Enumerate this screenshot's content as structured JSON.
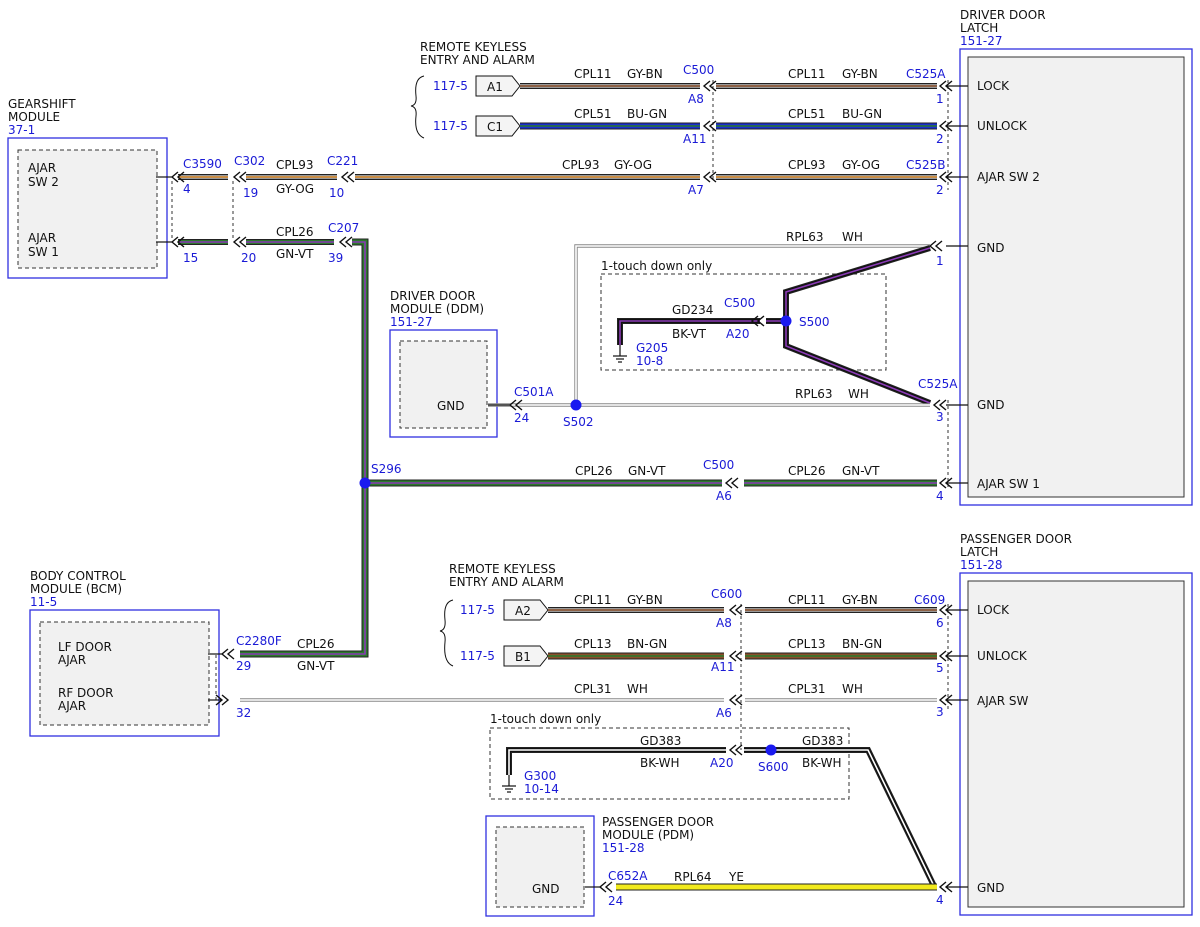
{
  "colors": {
    "module_border": "#3030e0",
    "ref_text": "#1a1ad6",
    "GY-BN": [
      "#9a9a9a",
      "#8a4f2a"
    ],
    "BU-GN": [
      "#1a2fd0",
      "#2a7a2a"
    ],
    "GY-OG": [
      "#9a9a9a",
      "#d98a2a"
    ],
    "GN-VT": [
      "#2d7a2d",
      "#8a3ab5"
    ],
    "WH": "#ffffff",
    "BK-VT": [
      "#111111",
      "#8a3ab5"
    ],
    "BK-WH": [
      "#111111",
      "#ffffff"
    ],
    "BN-GN": [
      "#8a4f2a",
      "#2a7a2a"
    ],
    "YE": "#f2ea1c"
  },
  "modules": {
    "gearshift": {
      "title1": "GEARSHIFT",
      "title2": "MODULE",
      "ref": "37-1",
      "pin1a": "AJAR",
      "pin1b": "SW 2",
      "pin2a": "AJAR",
      "pin2b": "SW 1"
    },
    "driver_latch": {
      "title1": "DRIVER DOOR",
      "title2": "LATCH",
      "ref": "151-27",
      "pins": [
        "LOCK",
        "UNLOCK",
        "AJAR SW 2",
        "GND",
        "GND",
        "AJAR SW 1"
      ]
    },
    "ddm": {
      "title1": "DRIVER DOOR",
      "title2": "MODULE (DDM)",
      "ref": "151-27",
      "pin": "GND"
    },
    "bcm": {
      "title1": "BODY CONTROL",
      "title2": "MODULE (BCM)",
      "ref": "11-5",
      "pin1a": "LF DOOR",
      "pin1b": "AJAR",
      "pin2a": "RF DOOR",
      "pin2b": "AJAR"
    },
    "passenger_latch": {
      "title1": "PASSENGER DOOR",
      "title2": "LATCH",
      "ref": "151-28",
      "pins": [
        "LOCK",
        "UNLOCK",
        "AJAR SW",
        "GND"
      ]
    },
    "pdm": {
      "title1": "PASSENGER DOOR",
      "title2": "MODULE (PDM)",
      "ref": "151-28",
      "pin": "GND"
    }
  },
  "rke_top": {
    "title1": "REMOTE KEYLESS",
    "title2": "ENTRY AND ALARM",
    "rows": [
      {
        "ref": "117-5",
        "tag": "A1"
      },
      {
        "ref": "117-5",
        "tag": "C1"
      }
    ]
  },
  "rke_bottom": {
    "title1": "REMOTE KEYLESS",
    "title2": "ENTRY AND ALARM",
    "rows": [
      {
        "ref": "117-5",
        "tag": "A2"
      },
      {
        "ref": "117-5",
        "tag": "B1"
      }
    ]
  },
  "option_boxes": {
    "top": "1-touch down only",
    "bottom": "1-touch down only"
  },
  "wires": [
    {
      "id": "lock-d-left",
      "circuit": "CPL11",
      "color": "GY-BN"
    },
    {
      "id": "lock-d-right",
      "circuit": "CPL11",
      "color": "GY-BN"
    },
    {
      "id": "unlock-d-left",
      "circuit": "CPL51",
      "color": "BU-GN"
    },
    {
      "id": "unlock-d-right",
      "circuit": "CPL51",
      "color": "BU-GN"
    },
    {
      "id": "ajar2-gs",
      "circuit": "CPL93",
      "color": "GY-OG"
    },
    {
      "id": "ajar2-mid",
      "circuit": "CPL93",
      "color": "GY-OG"
    },
    {
      "id": "ajar2-right",
      "circuit": "CPL93",
      "color": "GY-OG"
    },
    {
      "id": "ajar1-gs",
      "circuit": "CPL26",
      "color": "GN-VT"
    },
    {
      "id": "gnd1-d",
      "circuit": "RPL63",
      "color": "WH"
    },
    {
      "id": "gd234",
      "circuit": "GD234",
      "color": "BK-VT"
    },
    {
      "id": "gnd3-d",
      "circuit": "RPL63",
      "color": "WH"
    },
    {
      "id": "ajar1-mid",
      "circuit": "CPL26",
      "color": "GN-VT"
    },
    {
      "id": "ajar1-right",
      "circuit": "CPL26",
      "color": "GN-VT"
    },
    {
      "id": "bcm-lf",
      "circuit": "CPL26",
      "color": "GN-VT"
    },
    {
      "id": "lock-p-left",
      "circuit": "CPL11",
      "color": "GY-BN"
    },
    {
      "id": "lock-p-right",
      "circuit": "CPL11",
      "color": "GY-BN"
    },
    {
      "id": "unlock-p-left",
      "circuit": "CPL13",
      "color": "BN-GN"
    },
    {
      "id": "unlock-p-right",
      "circuit": "CPL13",
      "color": "BN-GN"
    },
    {
      "id": "ajar-p-left",
      "circuit": "CPL31",
      "color": "WH"
    },
    {
      "id": "ajar-p-right",
      "circuit": "CPL31",
      "color": "WH"
    },
    {
      "id": "gd383-left",
      "circuit": "GD383",
      "color": "BK-WH"
    },
    {
      "id": "gd383-right",
      "circuit": "GD383",
      "color": "BK-WH"
    },
    {
      "id": "pdm-gnd",
      "circuit": "RPL64",
      "color": "YE"
    }
  ],
  "connectors": [
    {
      "id": "c500-a8",
      "name": "C500",
      "pin": "A8"
    },
    {
      "id": "c525a-1",
      "name": "C525A",
      "pin": "1"
    },
    {
      "id": "c500-a11",
      "name": "",
      "pin": "A11"
    },
    {
      "id": "c525a-2",
      "name": "",
      "pin": "2"
    },
    {
      "id": "c3590",
      "name": "C3590",
      "pin": "4"
    },
    {
      "id": "c302",
      "name": "C302",
      "pin": "19"
    },
    {
      "id": "c221",
      "name": "C221",
      "pin": "10"
    },
    {
      "id": "c500-a7",
      "name": "",
      "pin": "A7"
    },
    {
      "id": "c525b-2",
      "name": "C525B",
      "pin": "2"
    },
    {
      "id": "c3590-15",
      "name": "",
      "pin": "15"
    },
    {
      "id": "c302-20",
      "name": "",
      "pin": "20"
    },
    {
      "id": "c207",
      "name": "C207",
      "pin": "39"
    },
    {
      "id": "latch-gnd-1",
      "name": "",
      "pin": "1"
    },
    {
      "id": "c500-a20",
      "name": "C500",
      "pin": "A20"
    },
    {
      "id": "c501a",
      "name": "C501A",
      "pin": "24"
    },
    {
      "id": "c525a-3",
      "name": "C525A",
      "pin": "3"
    },
    {
      "id": "c500-a6",
      "name": "C500",
      "pin": "A6"
    },
    {
      "id": "latch-4",
      "name": "",
      "pin": "4"
    },
    {
      "id": "c2280f",
      "name": "C2280F",
      "pin": "29"
    },
    {
      "id": "bcm-32",
      "name": "",
      "pin": "32"
    },
    {
      "id": "c600-a8",
      "name": "C600",
      "pin": "A8"
    },
    {
      "id": "c609-6",
      "name": "C609",
      "pin": "6"
    },
    {
      "id": "c600-a11",
      "name": "",
      "pin": "A11"
    },
    {
      "id": "c609-5",
      "name": "",
      "pin": "5"
    },
    {
      "id": "c600-a6",
      "name": "",
      "pin": "A6"
    },
    {
      "id": "c609-3",
      "name": "",
      "pin": "3"
    },
    {
      "id": "c600-a20",
      "name": "",
      "pin": "A20"
    },
    {
      "id": "c652a",
      "name": "C652A",
      "pin": "24"
    },
    {
      "id": "p-latch-4",
      "name": "",
      "pin": "4"
    }
  ],
  "splices": {
    "s500": "S500",
    "s502": "S502",
    "s296": "S296",
    "s600": "S600"
  },
  "grounds": {
    "g205": "G205",
    "g205_ref": "10-8",
    "g300": "G300",
    "g300_ref": "10-14"
  }
}
